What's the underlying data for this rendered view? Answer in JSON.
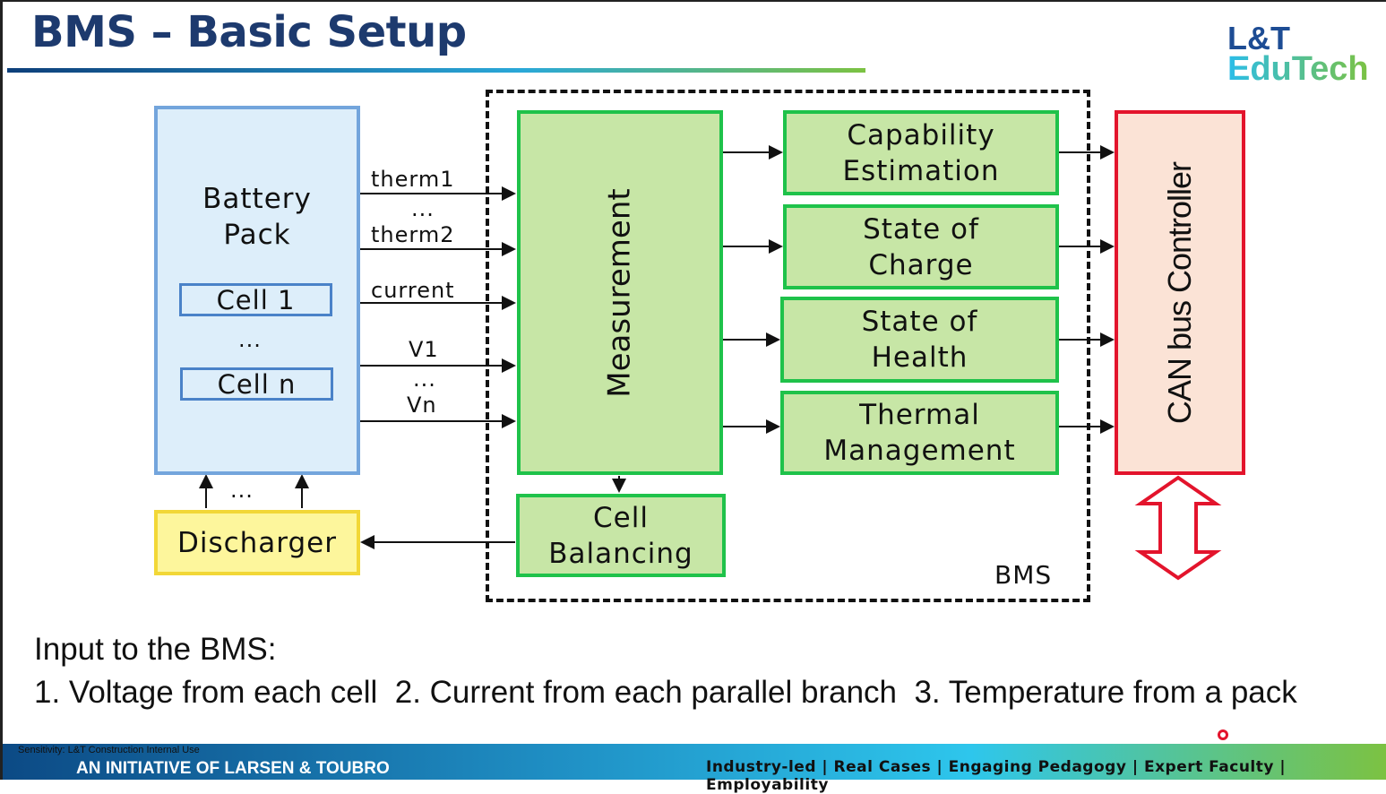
{
  "slide": {
    "title": "BMS – Basic Setup",
    "logo": {
      "line1": "L&T",
      "line2": "EduTech"
    },
    "diagram": {
      "battery_pack": "Battery Pack",
      "cell_1": "Cell 1",
      "cell_ellipsis": "...",
      "cell_n": "Cell n",
      "discharger": "Discharger",
      "discharger_ellipsis": "...",
      "signals": [
        "therm1",
        "...",
        "therm2",
        "current",
        "V1",
        "...",
        "Vn"
      ],
      "measurement": "Measurement",
      "cell_balancing": "Cell Balancing",
      "functions": [
        "Capability Estimation",
        "State of Charge",
        "State of Health",
        "Thermal Management"
      ],
      "can_controller": "CAN bus Controller",
      "bms_label": "BMS"
    },
    "body": {
      "heading": "Input to the BMS:",
      "items": "1. Voltage from each cell  2. Current from each parallel branch  3. Temperature from a pack"
    },
    "footer": {
      "initiative": "AN INITIATIVE OF LARSEN & TOUBRO",
      "sensitivity": "Sensitivity: L&T Construction Internal Use",
      "tagline": "Industry-led | Real Cases | Engaging Pedagogy | Expert Faculty | Employability"
    },
    "colors": {
      "title": "#1d3a6e",
      "green_fill": "#c7e6a6",
      "green_border": "#1fc24a",
      "can_border": "#e3142c",
      "battery_fill": "#ddeefa"
    }
  }
}
